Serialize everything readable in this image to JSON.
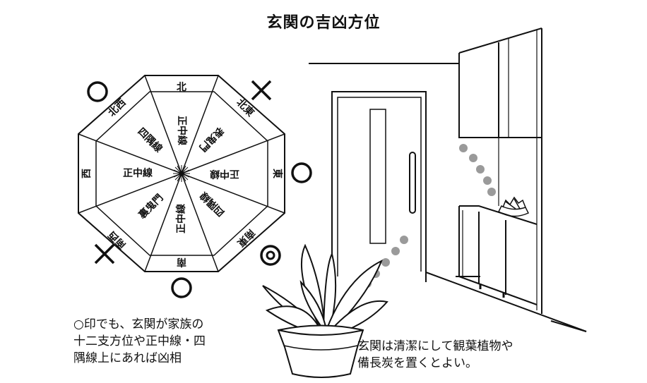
{
  "title": "玄関の吉凶方位",
  "compass": {
    "labels": {
      "n_center": "正中線",
      "n_edge": "北",
      "ne_center": "表鬼門",
      "ne_edge": "北東",
      "e_center": "正中線",
      "e_edge": "東",
      "se_center": "四隅線",
      "se_edge": "南東",
      "s_center": "正中線",
      "s_edge": "南",
      "sw_center": "裏鬼門",
      "sw_edge": "南西",
      "w_center": "正中線",
      "w_edge": "西",
      "nw_center": "四隅線",
      "nw_edge": "北西"
    }
  },
  "captions": {
    "left_line1": "○印でも、玄関が家族の",
    "left_line2": "十二支方位や正中線・四",
    "left_line3": "隅線上にあれば凶相",
    "right_line1": "玄関は清潔にして観葉植物や",
    "right_line2": "備長炭を置くとよい。"
  },
  "colors": {
    "ink": "#111111",
    "dots": "#9a9a9a"
  }
}
